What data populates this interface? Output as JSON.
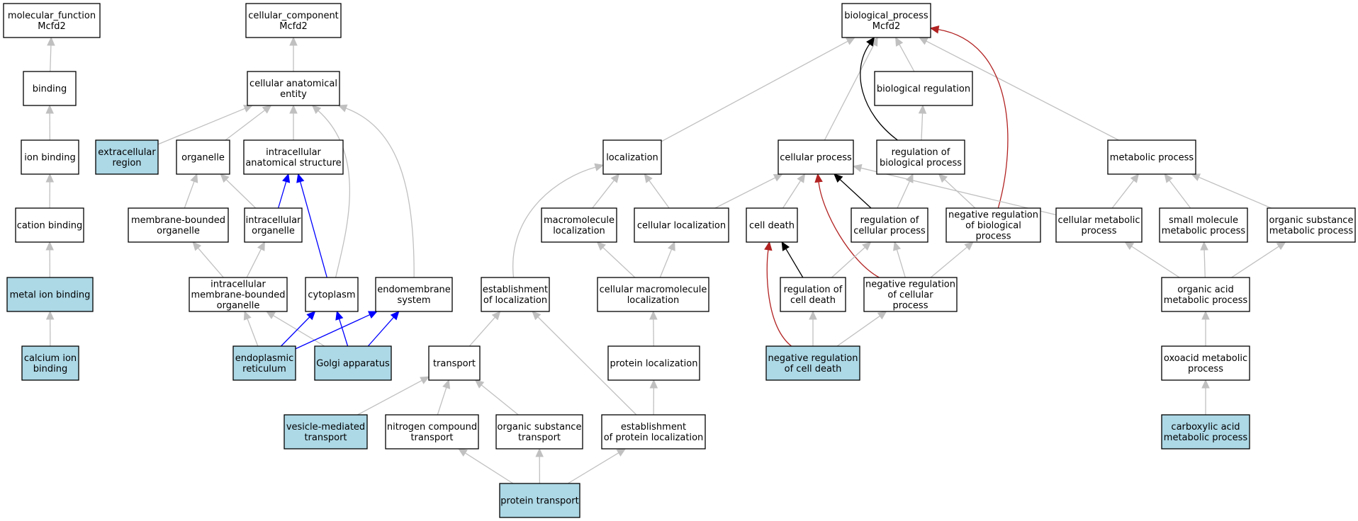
{
  "colors": {
    "plain_fill": "#ffffff",
    "highlight_fill": "#add8e6",
    "gray": "#c0c0c0",
    "black": "#000000",
    "blue": "#0000ff",
    "red": "#b22222"
  },
  "nodes": [
    {
      "id": "molecular_function",
      "lines": [
        "molecular_function",
        "Mcfd2"
      ],
      "hl": false
    },
    {
      "id": "binding",
      "lines": [
        "binding"
      ],
      "hl": false
    },
    {
      "id": "ion_binding",
      "lines": [
        "ion binding"
      ],
      "hl": false
    },
    {
      "id": "cation_binding",
      "lines": [
        "cation binding"
      ],
      "hl": false
    },
    {
      "id": "metal_ion_binding",
      "lines": [
        "metal ion binding"
      ],
      "hl": true
    },
    {
      "id": "calcium_ion_binding",
      "lines": [
        "calcium ion",
        "binding"
      ],
      "hl": true
    },
    {
      "id": "cellular_component",
      "lines": [
        "cellular_component",
        "Mcfd2"
      ],
      "hl": false
    },
    {
      "id": "cellular_anatomical_entity",
      "lines": [
        "cellular anatomical",
        "entity"
      ],
      "hl": false
    },
    {
      "id": "extracellular_region",
      "lines": [
        "extracellular",
        "region"
      ],
      "hl": true
    },
    {
      "id": "organelle",
      "lines": [
        "organelle"
      ],
      "hl": false
    },
    {
      "id": "intracellular_anatomical_structure",
      "lines": [
        "intracellular",
        "anatomical structure"
      ],
      "hl": false
    },
    {
      "id": "membrane_bounded_organelle",
      "lines": [
        "membrane-bounded",
        "organelle"
      ],
      "hl": false
    },
    {
      "id": "intracellular_organelle",
      "lines": [
        "intracellular",
        "organelle"
      ],
      "hl": false
    },
    {
      "id": "intracellular_mbo",
      "lines": [
        "intracellular",
        "membrane-bounded",
        "organelle"
      ],
      "hl": false
    },
    {
      "id": "cytoplasm",
      "lines": [
        "cytoplasm"
      ],
      "hl": false
    },
    {
      "id": "endomembrane_system",
      "lines": [
        "endomembrane",
        "system"
      ],
      "hl": false
    },
    {
      "id": "endoplasmic_reticulum",
      "lines": [
        "endoplasmic",
        "reticulum"
      ],
      "hl": true
    },
    {
      "id": "golgi_apparatus",
      "lines": [
        "Golgi apparatus"
      ],
      "hl": true
    },
    {
      "id": "biological_process",
      "lines": [
        "biological_process",
        "Mcfd2"
      ],
      "hl": false
    },
    {
      "id": "biological_regulation",
      "lines": [
        "biological regulation"
      ],
      "hl": false
    },
    {
      "id": "localization",
      "lines": [
        "localization"
      ],
      "hl": false
    },
    {
      "id": "cellular_process",
      "lines": [
        "cellular process"
      ],
      "hl": false
    },
    {
      "id": "regulation_of_biological_process",
      "lines": [
        "regulation of",
        "biological process"
      ],
      "hl": false
    },
    {
      "id": "metabolic_process",
      "lines": [
        "metabolic process"
      ],
      "hl": false
    },
    {
      "id": "macromolecule_localization",
      "lines": [
        "macromolecule",
        "localization"
      ],
      "hl": false
    },
    {
      "id": "cellular_localization",
      "lines": [
        "cellular localization"
      ],
      "hl": false
    },
    {
      "id": "cell_death",
      "lines": [
        "cell death"
      ],
      "hl": false
    },
    {
      "id": "regulation_of_cellular_process",
      "lines": [
        "regulation of",
        "cellular process"
      ],
      "hl": false
    },
    {
      "id": "negative_regulation_of_biological_process",
      "lines": [
        "negative regulation",
        "of biological",
        "process"
      ],
      "hl": false
    },
    {
      "id": "cellular_metabolic_process",
      "lines": [
        "cellular metabolic",
        "process"
      ],
      "hl": false
    },
    {
      "id": "small_molecule_metabolic_process",
      "lines": [
        "small molecule",
        "metabolic process"
      ],
      "hl": false
    },
    {
      "id": "organic_substance_metabolic_process",
      "lines": [
        "organic substance",
        "metabolic process"
      ],
      "hl": false
    },
    {
      "id": "establishment_of_localization",
      "lines": [
        "establishment",
        "of localization"
      ],
      "hl": false
    },
    {
      "id": "cellular_macromolecule_localization",
      "lines": [
        "cellular macromolecule",
        "localization"
      ],
      "hl": false
    },
    {
      "id": "regulation_of_cell_death",
      "lines": [
        "regulation of",
        "cell death"
      ],
      "hl": false
    },
    {
      "id": "negative_regulation_of_cellular_process",
      "lines": [
        "negative regulation",
        "of cellular",
        "process"
      ],
      "hl": false
    },
    {
      "id": "organic_acid_metabolic_process",
      "lines": [
        "organic acid",
        "metabolic process"
      ],
      "hl": false
    },
    {
      "id": "transport",
      "lines": [
        "transport"
      ],
      "hl": false
    },
    {
      "id": "protein_localization",
      "lines": [
        "protein localization"
      ],
      "hl": false
    },
    {
      "id": "negative_regulation_of_cell_death",
      "lines": [
        "negative regulation",
        "of cell death"
      ],
      "hl": true
    },
    {
      "id": "oxoacid_metabolic_process",
      "lines": [
        "oxoacid metabolic",
        "process"
      ],
      "hl": false
    },
    {
      "id": "vesicle_mediated_transport",
      "lines": [
        "vesicle-mediated",
        "transport"
      ],
      "hl": true
    },
    {
      "id": "nitrogen_compound_transport",
      "lines": [
        "nitrogen compound",
        "transport"
      ],
      "hl": false
    },
    {
      "id": "organic_substance_transport",
      "lines": [
        "organic substance",
        "transport"
      ],
      "hl": false
    },
    {
      "id": "establishment_of_protein_localization",
      "lines": [
        "establishment",
        "of protein localization"
      ],
      "hl": false
    },
    {
      "id": "carboxylic_acid_metabolic_process",
      "lines": [
        "carboxylic acid",
        "metabolic process"
      ],
      "hl": true
    },
    {
      "id": "protein_transport",
      "lines": [
        "protein transport"
      ],
      "hl": true
    }
  ],
  "edges": [
    {
      "from": "binding",
      "to": "molecular_function",
      "color": "gray"
    },
    {
      "from": "ion_binding",
      "to": "binding",
      "color": "gray"
    },
    {
      "from": "cation_binding",
      "to": "ion_binding",
      "color": "gray"
    },
    {
      "from": "metal_ion_binding",
      "to": "cation_binding",
      "color": "gray"
    },
    {
      "from": "calcium_ion_binding",
      "to": "metal_ion_binding",
      "color": "gray"
    },
    {
      "from": "cellular_anatomical_entity",
      "to": "cellular_component",
      "color": "gray"
    },
    {
      "from": "extracellular_region",
      "to": "cellular_anatomical_entity",
      "color": "gray"
    },
    {
      "from": "organelle",
      "to": "cellular_anatomical_entity",
      "color": "gray"
    },
    {
      "from": "intracellular_anatomical_structure",
      "to": "cellular_anatomical_entity",
      "color": "gray"
    },
    {
      "from": "cytoplasm",
      "to": "cellular_anatomical_entity",
      "color": "gray"
    },
    {
      "from": "endomembrane_system",
      "to": "cellular_anatomical_entity",
      "color": "gray"
    },
    {
      "from": "membrane_bounded_organelle",
      "to": "organelle",
      "color": "gray"
    },
    {
      "from": "intracellular_organelle",
      "to": "organelle",
      "color": "gray"
    },
    {
      "from": "intracellular_organelle",
      "to": "intracellular_anatomical_structure",
      "color": "blue"
    },
    {
      "from": "cytoplasm",
      "to": "intracellular_anatomical_structure",
      "color": "blue"
    },
    {
      "from": "intracellular_mbo",
      "to": "membrane_bounded_organelle",
      "color": "gray"
    },
    {
      "from": "intracellular_mbo",
      "to": "intracellular_organelle",
      "color": "gray"
    },
    {
      "from": "endoplasmic_reticulum",
      "to": "intracellular_mbo",
      "color": "gray"
    },
    {
      "from": "golgi_apparatus",
      "to": "intracellular_mbo",
      "color": "gray"
    },
    {
      "from": "endoplasmic_reticulum",
      "to": "cytoplasm",
      "color": "blue"
    },
    {
      "from": "golgi_apparatus",
      "to": "cytoplasm",
      "color": "blue"
    },
    {
      "from": "endoplasmic_reticulum",
      "to": "endomembrane_system",
      "color": "blue"
    },
    {
      "from": "golgi_apparatus",
      "to": "endomembrane_system",
      "color": "blue"
    },
    {
      "from": "biological_regulation",
      "to": "biological_process",
      "color": "gray"
    },
    {
      "from": "localization",
      "to": "biological_process",
      "color": "gray"
    },
    {
      "from": "cellular_process",
      "to": "biological_process",
      "color": "gray"
    },
    {
      "from": "regulation_of_biological_process",
      "to": "biological_process",
      "color": "black"
    },
    {
      "from": "metabolic_process",
      "to": "biological_process",
      "color": "gray"
    },
    {
      "from": "negative_regulation_of_biological_process",
      "to": "biological_process",
      "color": "red"
    },
    {
      "from": "regulation_of_biological_process",
      "to": "biological_regulation",
      "color": "gray"
    },
    {
      "from": "macromolecule_localization",
      "to": "localization",
      "color": "gray"
    },
    {
      "from": "cellular_localization",
      "to": "localization",
      "color": "gray"
    },
    {
      "from": "establishment_of_localization",
      "to": "localization",
      "color": "gray"
    },
    {
      "from": "cellular_localization",
      "to": "cellular_process",
      "color": "gray"
    },
    {
      "from": "cell_death",
      "to": "cellular_process",
      "color": "gray"
    },
    {
      "from": "regulation_of_cellular_process",
      "to": "cellular_process",
      "color": "black"
    },
    {
      "from": "cellular_metabolic_process",
      "to": "cellular_process",
      "color": "gray"
    },
    {
      "from": "negative_regulation_of_cellular_process",
      "to": "cellular_process",
      "color": "red"
    },
    {
      "from": "regulation_of_cellular_process",
      "to": "regulation_of_biological_process",
      "color": "gray"
    },
    {
      "from": "negative_regulation_of_biological_process",
      "to": "regulation_of_biological_process",
      "color": "gray"
    },
    {
      "from": "cellular_metabolic_process",
      "to": "metabolic_process",
      "color": "gray"
    },
    {
      "from": "small_molecule_metabolic_process",
      "to": "metabolic_process",
      "color": "gray"
    },
    {
      "from": "organic_substance_metabolic_process",
      "to": "metabolic_process",
      "color": "gray"
    },
    {
      "from": "cellular_macromolecule_localization",
      "to": "macromolecule_localization",
      "color": "gray"
    },
    {
      "from": "cellular_macromolecule_localization",
      "to": "cellular_localization",
      "color": "gray"
    },
    {
      "from": "regulation_of_cell_death",
      "to": "cell_death",
      "color": "black"
    },
    {
      "from": "negative_regulation_of_cell_death",
      "to": "cell_death",
      "color": "red"
    },
    {
      "from": "regulation_of_cell_death",
      "to": "regulation_of_cellular_process",
      "color": "gray"
    },
    {
      "from": "negative_regulation_of_cellular_process",
      "to": "regulation_of_cellular_process",
      "color": "gray"
    },
    {
      "from": "negative_regulation_of_cellular_process",
      "to": "negative_regulation_of_biological_process",
      "color": "gray"
    },
    {
      "from": "organic_acid_metabolic_process",
      "to": "cellular_metabolic_process",
      "color": "gray"
    },
    {
      "from": "organic_acid_metabolic_process",
      "to": "small_molecule_metabolic_process",
      "color": "gray"
    },
    {
      "from": "organic_acid_metabolic_process",
      "to": "organic_substance_metabolic_process",
      "color": "gray"
    },
    {
      "from": "transport",
      "to": "establishment_of_localization",
      "color": "gray"
    },
    {
      "from": "establishment_of_protein_localization",
      "to": "establishment_of_localization",
      "color": "gray"
    },
    {
      "from": "protein_localization",
      "to": "cellular_macromolecule_localization",
      "color": "gray"
    },
    {
      "from": "negative_regulation_of_cell_death",
      "to": "regulation_of_cell_death",
      "color": "gray"
    },
    {
      "from": "negative_regulation_of_cell_death",
      "to": "negative_regulation_of_cellular_process",
      "color": "gray"
    },
    {
      "from": "oxoacid_metabolic_process",
      "to": "organic_acid_metabolic_process",
      "color": "gray"
    },
    {
      "from": "vesicle_mediated_transport",
      "to": "transport",
      "color": "gray"
    },
    {
      "from": "nitrogen_compound_transport",
      "to": "transport",
      "color": "gray"
    },
    {
      "from": "organic_substance_transport",
      "to": "transport",
      "color": "gray"
    },
    {
      "from": "establishment_of_protein_localization",
      "to": "protein_localization",
      "color": "gray"
    },
    {
      "from": "carboxylic_acid_metabolic_process",
      "to": "oxoacid_metabolic_process",
      "color": "gray"
    },
    {
      "from": "protein_transport",
      "to": "nitrogen_compound_transport",
      "color": "gray"
    },
    {
      "from": "protein_transport",
      "to": "organic_substance_transport",
      "color": "gray"
    },
    {
      "from": "protein_transport",
      "to": "establishment_of_protein_localization",
      "color": "gray"
    }
  ]
}
